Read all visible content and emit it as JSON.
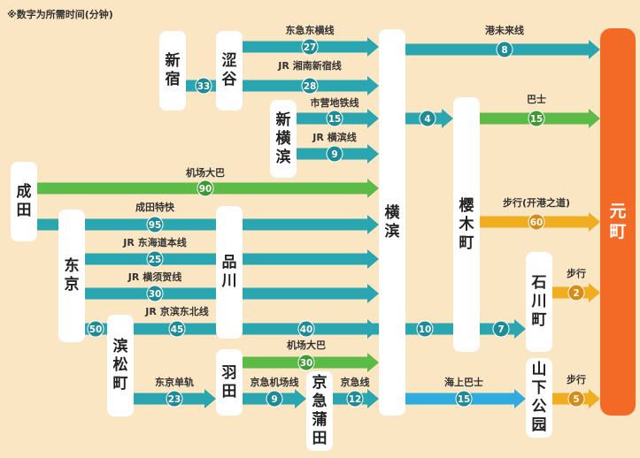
{
  "note": "※数字为所需时间(分钟)",
  "colors": {
    "teal": "#2aa6b1",
    "green": "#5cba46",
    "yellow": "#f0ad1f",
    "blue": "#2eacdf",
    "orange": "#f26a25",
    "background": "#fbe6c4",
    "badge_teal": "#1d8c97",
    "badge_green": "#3f9a34",
    "badge_yellow": "#d98b13"
  },
  "stations": {
    "shinjuku": "新宿",
    "shibuya": "涩谷",
    "shinyokohama": "新横滨",
    "narita": "成田",
    "tokyo": "东京",
    "shinagawa": "品川",
    "hamamatsucho": "滨松町",
    "haneda": "羽田",
    "keikyu_kamata": "京急蒲田",
    "yokohama": "横滨",
    "sakuragicho": "樱木町",
    "ishikawacho": "石川町",
    "yamashita_koen": "山下公园",
    "motomachi": "元町"
  },
  "routes": [
    {
      "id": "r1",
      "label": "东急东横线",
      "minutes": "27",
      "color": "teal"
    },
    {
      "id": "r2",
      "label": "JR 湘南新宿线",
      "minutes": "28",
      "color": "teal"
    },
    {
      "id": "r3",
      "label": "",
      "minutes": "33",
      "color": "teal"
    },
    {
      "id": "r4",
      "label": "市营地铁线",
      "minutes": "15",
      "color": "teal"
    },
    {
      "id": "r5",
      "label": "JR 横滨线",
      "minutes": "9",
      "color": "teal"
    },
    {
      "id": "r6",
      "label": "机场大巴",
      "minutes": "90",
      "color": "green"
    },
    {
      "id": "r7",
      "label": "成田特快",
      "minutes": "95",
      "color": "teal"
    },
    {
      "id": "r8",
      "label": "JR 东海道本线",
      "minutes": "25",
      "color": "teal"
    },
    {
      "id": "r9",
      "label": "JR 横须贺线",
      "minutes": "30",
      "color": "teal"
    },
    {
      "id": "r10",
      "label": "JR 京滨东北线",
      "minutes": "45",
      "color": "teal"
    },
    {
      "id": "r11",
      "label": "",
      "minutes": "50",
      "color": "teal"
    },
    {
      "id": "r12",
      "label": "",
      "minutes": "40",
      "color": "teal"
    },
    {
      "id": "r13",
      "label": "",
      "minutes": "10",
      "color": "teal"
    },
    {
      "id": "r14",
      "label": "",
      "minutes": "7",
      "color": "teal"
    },
    {
      "id": "r15",
      "label": "机场大巴",
      "minutes": "30",
      "color": "green"
    },
    {
      "id": "r16",
      "label": "东京单轨",
      "minutes": "23",
      "color": "teal"
    },
    {
      "id": "r17",
      "label": "京急机场线",
      "minutes": "9",
      "color": "teal"
    },
    {
      "id": "r18",
      "label": "京急线",
      "minutes": "12",
      "color": "teal"
    },
    {
      "id": "r19",
      "label": "海上巴士",
      "minutes": "15",
      "color": "blue"
    },
    {
      "id": "r20",
      "label": "港未来线",
      "minutes": "8",
      "color": "teal"
    },
    {
      "id": "r21",
      "label": "",
      "minutes": "4",
      "color": "teal"
    },
    {
      "id": "r22",
      "label": "巴士",
      "minutes": "15",
      "color": "green"
    },
    {
      "id": "r23",
      "label": "步行(开港之道)",
      "minutes": "60",
      "color": "yellow"
    },
    {
      "id": "r24",
      "label": "步行",
      "minutes": "2",
      "color": "yellow"
    },
    {
      "id": "r25",
      "label": "步行",
      "minutes": "5",
      "color": "yellow"
    }
  ]
}
